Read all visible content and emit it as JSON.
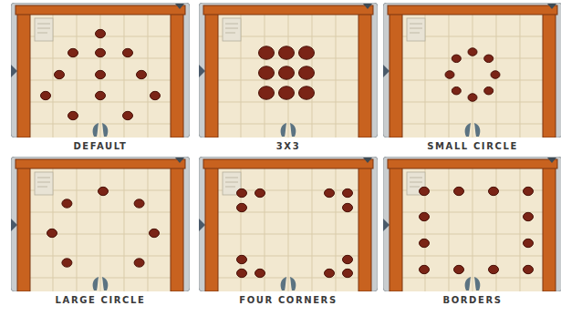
{
  "diagram": {
    "nodes": [
      {
        "text": [
          "DEFAULT"
        ]
      },
      {
        "text": [
          "3X3"
        ]
      },
      {
        "text": [
          "SMALL CIRCLE"
        ]
      },
      {
        "text": [
          "LARGE CIRCLE"
        ]
      },
      {
        "text": [
          "FOUR CORNERS"
        ]
      },
      {
        "text": [
          "BORDERS"
        ]
      }
    ]
  }
}
